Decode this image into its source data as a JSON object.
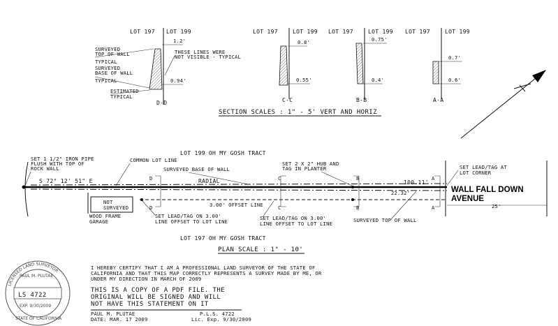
{
  "sections": {
    "dd": {
      "lot_left": "LOT 197",
      "lot_right": "LOT 199",
      "dim_top": "1.2'",
      "dim_bottom": "0.94'",
      "label": "D-D",
      "note_top_wall": [
        "SURVEYED",
        "TOP OF WALL",
        "TYPICAL"
      ],
      "note_base_wall": [
        "SURVEYED",
        "BASE OF WALL",
        "TYPICAL"
      ],
      "note_not_visible": [
        "THESE LINES WERE",
        "NOT VISIBLE - TYPICAL"
      ],
      "note_estimated": [
        "ESTIMATED",
        "TYPICAL"
      ]
    },
    "cc": {
      "lot_left": "LOT 197",
      "lot_right": "LOT 199",
      "dim_top": "0.8'",
      "dim_bottom": "0.55'",
      "label": "C-C"
    },
    "bb": {
      "lot_left": "LOT 197",
      "lot_right": "LOT 199",
      "dim_top": "0.75'",
      "dim_bottom": "0.4'",
      "label": "B-B"
    },
    "aa": {
      "lot_left": "LOT 197",
      "lot_right": "LOT 199",
      "dim_top": "0.7'",
      "dim_bottom": "0.6'",
      "label": "A-A"
    },
    "scale": "SECTION SCALES : 1\" - 5' VERT AND HORIZ"
  },
  "plan": {
    "lot_top": "LOT 199 OH MY GOSH TRACT",
    "lot_bottom": "LOT 197 OH MY GOSH TRACT",
    "scale": "PLAN SCALE : 1\" - 10'",
    "iron_pipe": [
      "SET 1 1/2\" IRON PIPE",
      "FLUSH WITH TOP OF",
      "ROCK WALL"
    ],
    "common_lot_line": "COMMON LOT LINE",
    "bearing": "S 72° 12' 51\" E",
    "base_of_wall": "SURVEYED BASE OF WALL",
    "radial": "RADIAL",
    "hub": [
      "SET 2 X 2\" HUB AND",
      "TAG IN PLANTER"
    ],
    "distance": "100.11'",
    "offset_distance": "22.32'",
    "offset_line": "3.00' OFFSET LINE",
    "lead_tag_left": [
      "SET LEAD/TAG ON 3.00'",
      "LINE OFFSET TO LOT LINE"
    ],
    "lead_tag_right": [
      "SET LEAD/TAG ON 3.00'",
      "LINE OFFSET TO LOT LINE"
    ],
    "top_of_wall": "SURVEYED TOP OF WALL",
    "lead_tag_corner": [
      "SET LEAD/TAG AT",
      "LOT CORNER"
    ],
    "street": [
      "WALL FALL DOWN",
      "AVENUE"
    ],
    "street_width": "25'",
    "not_surveyed": [
      "NOT",
      "SURVEYED"
    ],
    "garage": [
      "WOOD FRAME",
      "GARAGE"
    ],
    "section_marks": [
      "D",
      "D",
      "C",
      "C",
      "B",
      "B",
      "A",
      "A"
    ]
  },
  "certificate": {
    "statement": [
      "I HEREBY CERTIFY THAT I AM A PROFESSIONAL LAND SURVEYOR OF THE STATE OF",
      "CALIFORNIA AND THAT THIS MAP CORRECTLY REPRESENTS A SURVEY MADE BY ME, OR",
      "UNDER MY DIRECTION IN MARCH OF 2009"
    ],
    "copy_note": [
      "THIS IS A COPY OF A PDF FILE. THE",
      "ORIGINAL WILL BE SIGNED AND WILL",
      "NOT HAVE THIS STATEMENT ON IT"
    ],
    "name": "PAUL M. PLUTAE",
    "date": "DATE: MAR. 17 2009",
    "pls": "P.L.S. 4722",
    "lic": "Lic. Exp. 9/30/2009"
  },
  "seal": {
    "top_ring": "LICENSED LAND SURVEYOR",
    "name": "PAUL M. PLUTAE",
    "number": "LS 4722",
    "exp": "EXP. 9/30/2009",
    "bottom_ring": "STATE OF CALIFORNIA"
  }
}
